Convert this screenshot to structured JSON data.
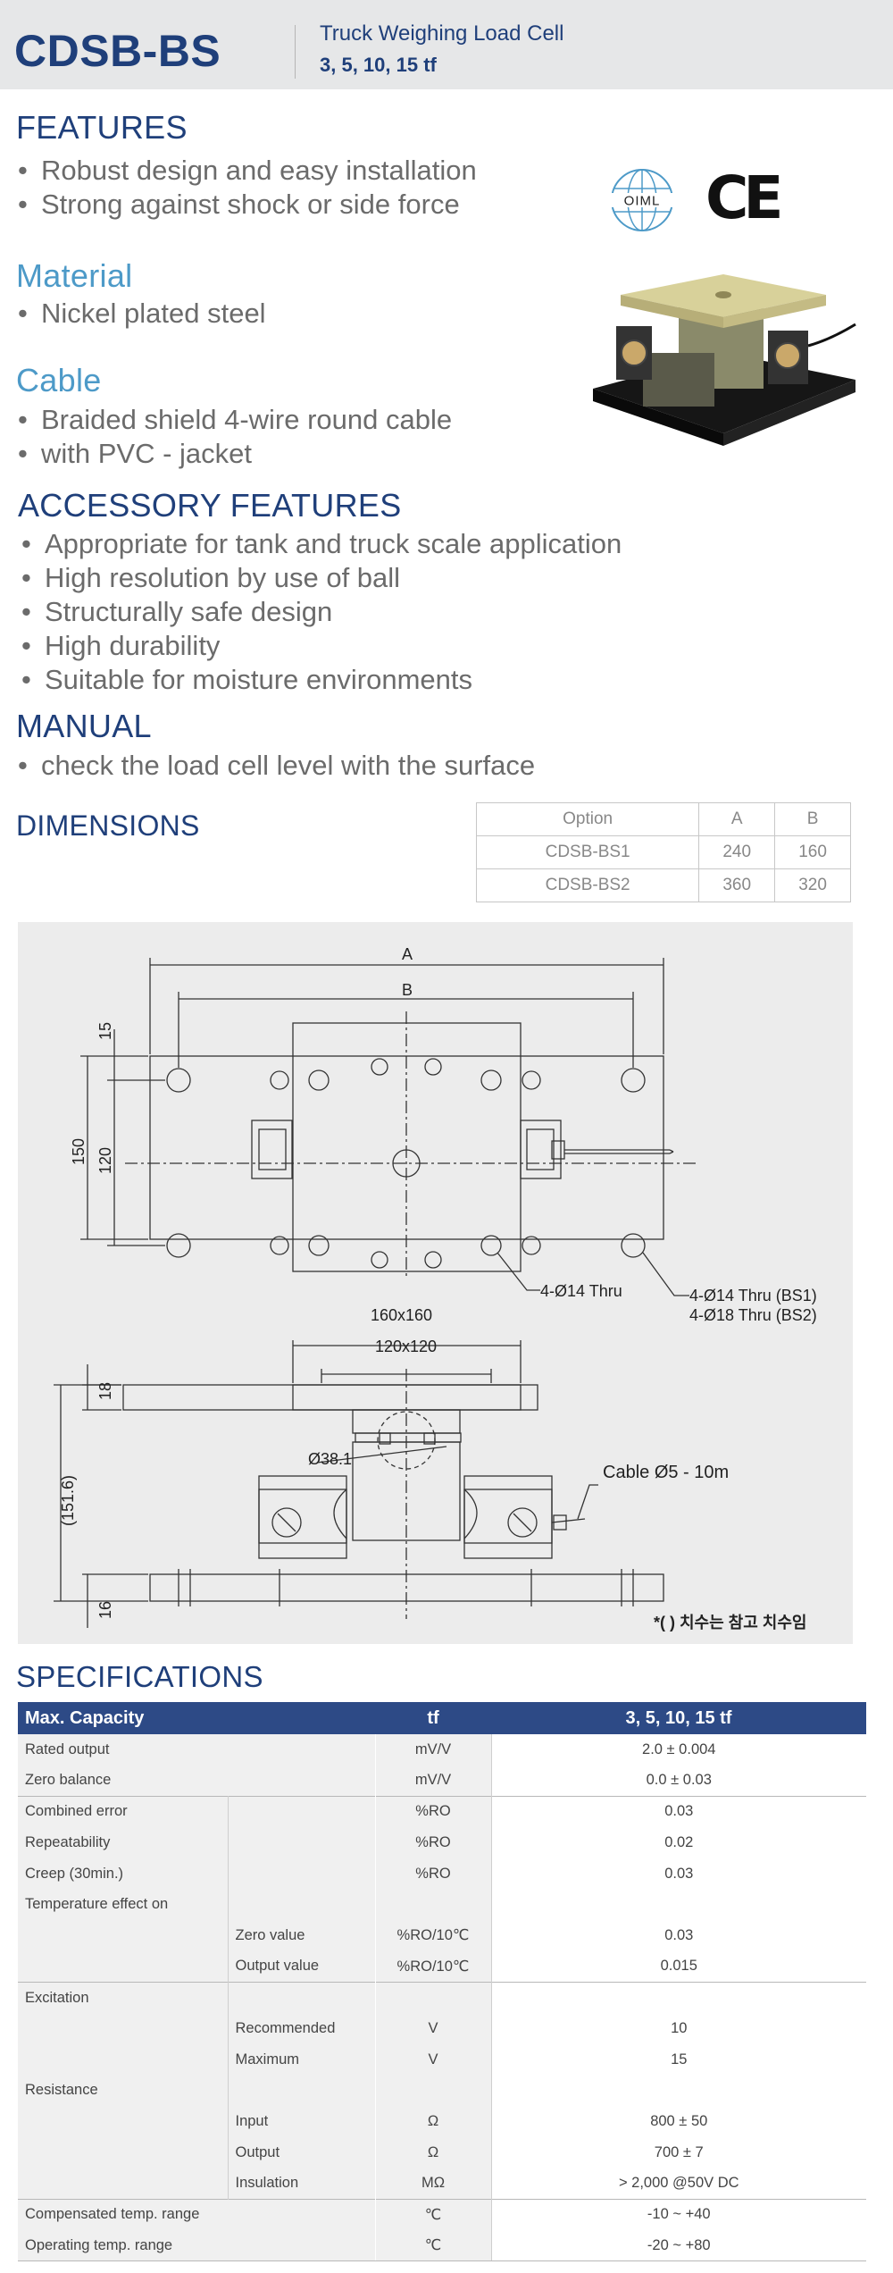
{
  "header": {
    "model": "CDSB-BS",
    "subtitle": "Truck Weighing Load Cell",
    "capacity_range": "3, 5, 10, 15 tf"
  },
  "features": {
    "title": "FEATURES",
    "items": [
      "Robust design and easy installation",
      "Strong against shock or side force"
    ]
  },
  "logos": {
    "oiml": "OIML",
    "ce": "CE"
  },
  "material": {
    "title": "Material",
    "items": [
      "Nickel plated steel"
    ]
  },
  "cable": {
    "title": "Cable",
    "items": [
      "Braided shield 4-wire round cable",
      "with PVC - jacket"
    ]
  },
  "accessory": {
    "title": "ACCESSORY FEATURES",
    "items": [
      "Appropriate for tank and truck scale application",
      "High resolution by use of ball",
      "Structurally safe design",
      "High durability",
      "Suitable for moisture environments"
    ]
  },
  "manual": {
    "title": "MANUAL",
    "items": [
      "check the load cell level with the surface"
    ]
  },
  "dimensions": {
    "title": "DIMENSIONS",
    "headers": [
      "Option",
      "A",
      "B"
    ],
    "rows": [
      [
        "CDSB-BS1",
        "240",
        "160"
      ],
      [
        "CDSB-BS2",
        "360",
        "320"
      ]
    ]
  },
  "drawing": {
    "labels": {
      "A": "A",
      "B": "B",
      "d15": "15",
      "d150": "150",
      "d120": "120",
      "holes_small": "4-Ø14 Thru",
      "holes_large_1": "4-Ø14 Thru (BS1)",
      "holes_large_2": "4-Ø18 Thru (BS2)",
      "top160": "160x160",
      "top120": "120x120",
      "d18": "18",
      "d151": "(151.6)",
      "ball": "Ø38.1",
      "cable": "Cable Ø5 - 10m",
      "d16": "16",
      "note": "*( ) 치수는 참고 치수임"
    }
  },
  "specs": {
    "title": "SPECIFICATIONS",
    "header": [
      "Max. Capacity",
      "tf",
      "3, 5, 10, 15 tf"
    ],
    "rows": [
      {
        "a": "Rated output",
        "b": "",
        "unit": "mV/V",
        "value": "2.0 ± 0.004"
      },
      {
        "a": "Zero balance",
        "b": "",
        "unit": "mV/V",
        "value": "0.0 ± 0.03"
      },
      {
        "a": "Combined error",
        "b": "",
        "unit": "%RO",
        "value": "0.03"
      },
      {
        "a": "Repeatability",
        "b": "",
        "unit": "%RO",
        "value": "0.02"
      },
      {
        "a": "Creep (30min.)",
        "b": "",
        "unit": "%RO",
        "value": "0.03"
      },
      {
        "a": "Temperature effect on",
        "b": "",
        "unit": "",
        "value": ""
      },
      {
        "a": "",
        "b": "Zero value",
        "unit": "%RO/10℃",
        "value": "0.03"
      },
      {
        "a": "",
        "b": "Output  value",
        "unit": "%RO/10℃",
        "value": "0.015"
      },
      {
        "a": "Excitation",
        "b": "",
        "unit": "",
        "value": ""
      },
      {
        "a": "",
        "b": "Recommended",
        "unit": "V",
        "value": "10"
      },
      {
        "a": "",
        "b": "Maximum",
        "unit": "V",
        "value": "15"
      },
      {
        "a": "Resistance",
        "b": "",
        "unit": "",
        "value": ""
      },
      {
        "a": "",
        "b": "Input",
        "unit": "Ω",
        "value": "800 ± 50"
      },
      {
        "a": "",
        "b": "Output",
        "unit": "Ω",
        "value": "700 ± 7"
      },
      {
        "a": "",
        "b": "Insulation",
        "unit": "MΩ",
        "value": "> 2,000 @50V DC"
      },
      {
        "a": "Compensated temp. range",
        "b": "",
        "unit": "℃",
        "value": "-10 ~ +40"
      },
      {
        "a": "Operating temp. range",
        "b": "",
        "unit": "℃",
        "value": "-20 ~ +80"
      }
    ]
  }
}
